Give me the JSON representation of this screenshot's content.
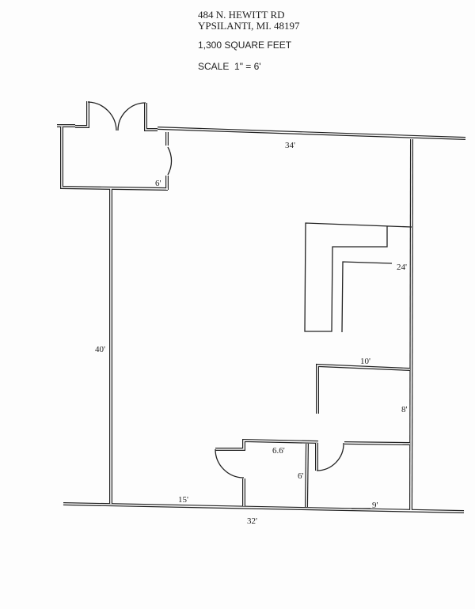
{
  "header": {
    "address_line1": "484 N. HEWITT RD",
    "address_line2": "YPSILANTI, MI. 48197",
    "area": "1,300 SQUARE FEET",
    "scale": "SCALE  1\" = 6'"
  },
  "dimensions": {
    "top_wall": "34'",
    "vestibule": "6'",
    "counter": "24'",
    "left_wall": "40'",
    "office_width": "10'",
    "office_depth": "8'",
    "restroom_width": "6.6'",
    "restroom_depth": "6'",
    "bottom_left": "15'",
    "bottom_right": "9'",
    "bottom_wall": "32'"
  }
}
